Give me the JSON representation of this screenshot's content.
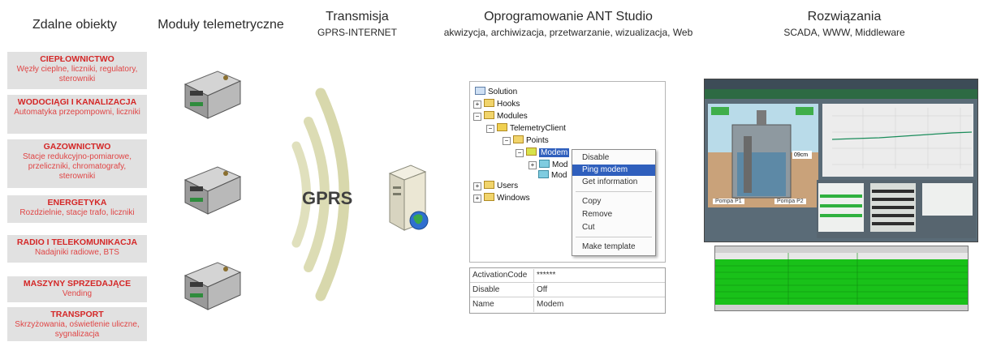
{
  "headers": {
    "remote": {
      "title": "Zdalne obiekty"
    },
    "modules": {
      "title": "Moduły telemetryczne"
    },
    "transmission": {
      "title": "Transmisja",
      "subtitle": "GPRS-INTERNET"
    },
    "software": {
      "title": "Oprogramowanie ANT Studio",
      "subtitle": "akwizycja, archiwizacja, przetwarzanie, wizualizacja, Web"
    },
    "solutions": {
      "title": "Rozwiązania",
      "subtitle": "SCADA, WWW, Middleware"
    }
  },
  "objects": [
    {
      "title": "CIEPŁOWNICTWO",
      "desc": "Węzły cieplne, liczniki, regulatory, sterowniki"
    },
    {
      "title": "WODOCIĄGI I KANALIZACJA",
      "desc": "Automatyka przepompowni, liczniki"
    },
    {
      "title": "GAZOWNICTWO",
      "desc": "Stacje redukcyjno-pomiarowe, przeliczniki, chromatografy, sterowniki"
    },
    {
      "title": "ENERGETYKA",
      "desc": "Rozdzielnie, stacje trafo, liczniki"
    },
    {
      "title": "RADIO I TELEKOMUNIKACJA",
      "desc": "Nadajniki radiowe, BTS"
    },
    {
      "title": "MASZYNY SPRZEDAJĄCE",
      "desc": "Vending"
    },
    {
      "title": "TRANSPORT",
      "desc": "Skrzyżowania, oświetlenie uliczne, sygnalizacja"
    }
  ],
  "gprs_label": "GPRS",
  "tree": {
    "solution": "Solution",
    "hooks": "Hooks",
    "modules": "Modules",
    "telemetry_client": "TelemetryClient",
    "points": "Points",
    "modem": "Modem",
    "mod2": "Mod",
    "mod3": "Mod",
    "users": "Users",
    "windows": "Windows"
  },
  "context_menu": [
    "Disable",
    "Ping modem",
    "Get information",
    "Copy",
    "Remove",
    "Cut",
    "Make template"
  ],
  "properties": [
    {
      "key": "ActivationCode",
      "value": "******"
    },
    {
      "key": "Disable",
      "value": "Off"
    },
    {
      "key": "Name",
      "value": "Modem"
    }
  ],
  "scada": {
    "pump1": "Pompa P1",
    "pump2": "Pompa P2",
    "level": "09cm"
  },
  "colors": {
    "accent_red": "#d42727",
    "box_bg": "#e1e1e1",
    "wave": "#dcdcb4",
    "menu_highlight": "#2f5fbd",
    "alarm_green": "#19c119"
  }
}
